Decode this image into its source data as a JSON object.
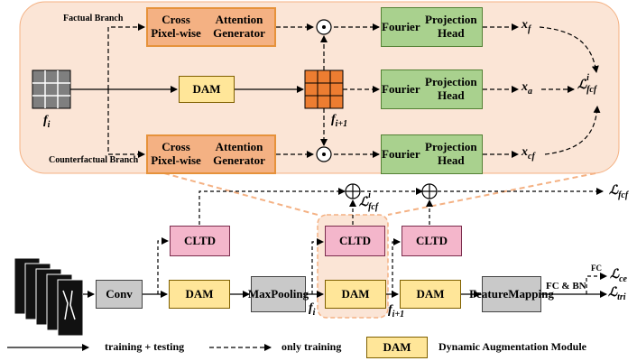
{
  "branches": {
    "factual": "Factual Branch",
    "counterfactual": "Counterfactual Branch"
  },
  "modules": {
    "attention_top": [
      "Cross Pixel-wise",
      "Attention Generator"
    ],
    "attention_bottom": [
      "Cross Pixel-wise",
      "Attention Generator"
    ],
    "fourier_top": [
      "Fourier",
      "Projection Head"
    ],
    "fourier_mid": [
      "Fourier",
      "Projection Head"
    ],
    "fourier_bottom": [
      "Fourier",
      "Projection Head"
    ],
    "dam_top": "DAM",
    "conv": "Conv",
    "dam_1": "DAM",
    "max_pooling": [
      "Max",
      "Pooling"
    ],
    "dam_2": "DAM",
    "dam_3": "DAM",
    "feature_mapping": [
      "Feature",
      "Mapping"
    ],
    "cltd_1": "CLTD",
    "cltd_2": "CLTD",
    "cltd_3": "CLTD"
  },
  "symbols": {
    "fi_top": "f",
    "fi_top_sub": "i",
    "fi1_top": "f",
    "fi1_top_sub": "i+1",
    "xf": "x",
    "xf_sub": "f",
    "xa": "x",
    "xa_sub": "a",
    "xcf": "x",
    "xcf_sub": "cf",
    "loss_fcf_i": "ℒ",
    "loss_fcf_i_sup": "i",
    "loss_fcf_i_sub": "fcf",
    "loss_fcf_i_bottom": "ℒ",
    "loss_fcf_i_bottom_sup": "i",
    "loss_fcf_i_bottom_sub": "fcf",
    "loss_fcf": "ℒ",
    "loss_fcf_sub": "fcf",
    "loss_ce": "ℒ",
    "loss_ce_sub": "ce",
    "loss_tri": "ℒ",
    "loss_tri_sub": "tri",
    "fi_bottom": "f",
    "fi_bottom_sub": "i",
    "fi1_bottom": "f",
    "fi1_bottom_sub": "i+1",
    "fc": "FC",
    "fc_bn": "FC & BN"
  },
  "legend": {
    "solid": "training + testing",
    "dashed": "only training",
    "dam_box": "DAM",
    "dam_desc": "Dynamic Augmentation Module"
  },
  "colors": {
    "panel_bg": "#fbe5d6",
    "panel_dash": "#f4b183",
    "attention": "#f4b183",
    "fourier": "#a9d18e",
    "dam": "#ffe699",
    "grey_box": "#c9c9c9",
    "cltd": "#f4b6cb",
    "grid_grey": "#7f7f7f",
    "grid_orange": "#ed7d31"
  }
}
